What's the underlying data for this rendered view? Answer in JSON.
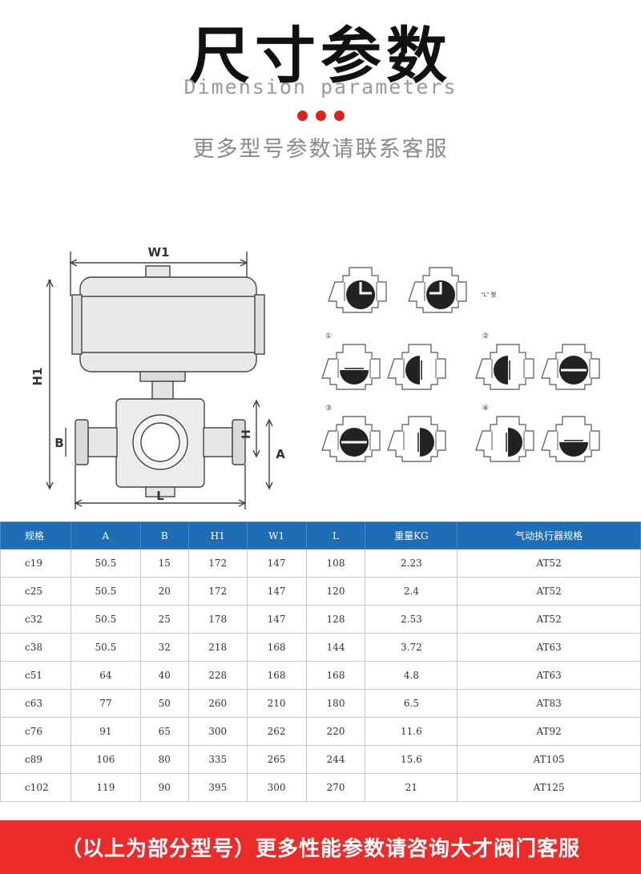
{
  "header": {
    "title_cn": "尺寸参数",
    "title_en": "Dimension parameters",
    "subtitle": "更多型号参数请联系客服"
  },
  "colors": {
    "accent_red": "#ee2b2b",
    "table_header_blue": "#1e6db5",
    "dot_red": "#e02020"
  },
  "drawing": {
    "labels": {
      "w1": "W1",
      "h1": "H1",
      "h": "H",
      "a": "A",
      "b": "B",
      "l": "L"
    },
    "variant_labels": {
      "l_type": "\"L\" 型",
      "n1": "①",
      "n2": "②",
      "n3": "③",
      "n4": "④"
    }
  },
  "table": {
    "headers": [
      "规格",
      "A",
      "B",
      "H1",
      "W1",
      "L",
      "重量KG",
      "气动执行器规格"
    ],
    "rows": [
      [
        "c19",
        "50.5",
        "15",
        "172",
        "147",
        "108",
        "2.23",
        "AT52"
      ],
      [
        "c25",
        "50.5",
        "20",
        "172",
        "147",
        "120",
        "2.4",
        "AT52"
      ],
      [
        "c32",
        "50.5",
        "25",
        "178",
        "147",
        "128",
        "2.53",
        "AT52"
      ],
      [
        "c38",
        "50.5",
        "32",
        "218",
        "168",
        "144",
        "3.72",
        "AT63"
      ],
      [
        "c51",
        "64",
        "40",
        "228",
        "168",
        "168",
        "4.8",
        "AT63"
      ],
      [
        "c63",
        "77",
        "50",
        "260",
        "210",
        "180",
        "6.5",
        "AT83"
      ],
      [
        "c76",
        "91",
        "65",
        "300",
        "262",
        "220",
        "11.6",
        "AT92"
      ],
      [
        "c89",
        "106",
        "80",
        "335",
        "265",
        "244",
        "15.6",
        "AT105"
      ],
      [
        "c102",
        "119",
        "90",
        "395",
        "300",
        "270",
        "21",
        "AT125"
      ]
    ]
  },
  "footer": {
    "text": "（以上为部分型号）更多性能参数请咨询大才阀门客服"
  }
}
